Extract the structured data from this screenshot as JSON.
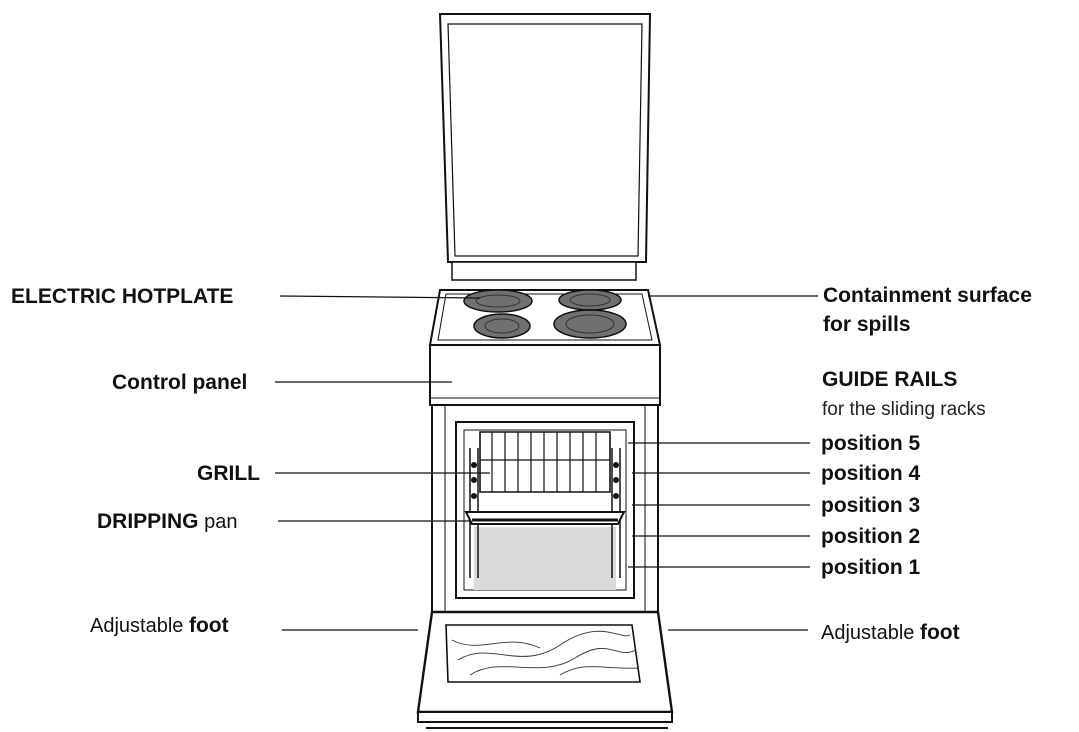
{
  "labels": {
    "electric_hotplate": "ELECTRIC HOTPLATE",
    "control_panel": "Control panel",
    "grill": "GRILL",
    "dripping_bold": "DRIPPING",
    "dripping_normal": " pan",
    "foot_left_normal": "Adjustable ",
    "foot_left_bold": "foot",
    "containment_line1": "Containment surface",
    "containment_line2": "for spills",
    "guide_rails": "GUIDE RAILS",
    "guide_rails_sub": "for the sliding racks",
    "position5": "position 5",
    "position4": "position 4",
    "position3": "position 3",
    "position2": "position 2",
    "position1": "position 1",
    "foot_right_normal": "Adjustable ",
    "foot_right_bold": "foot"
  },
  "colors": {
    "ink": "#111111",
    "hotplate": "#6f6f6f",
    "oven_shadow": "#d9d9d9"
  }
}
